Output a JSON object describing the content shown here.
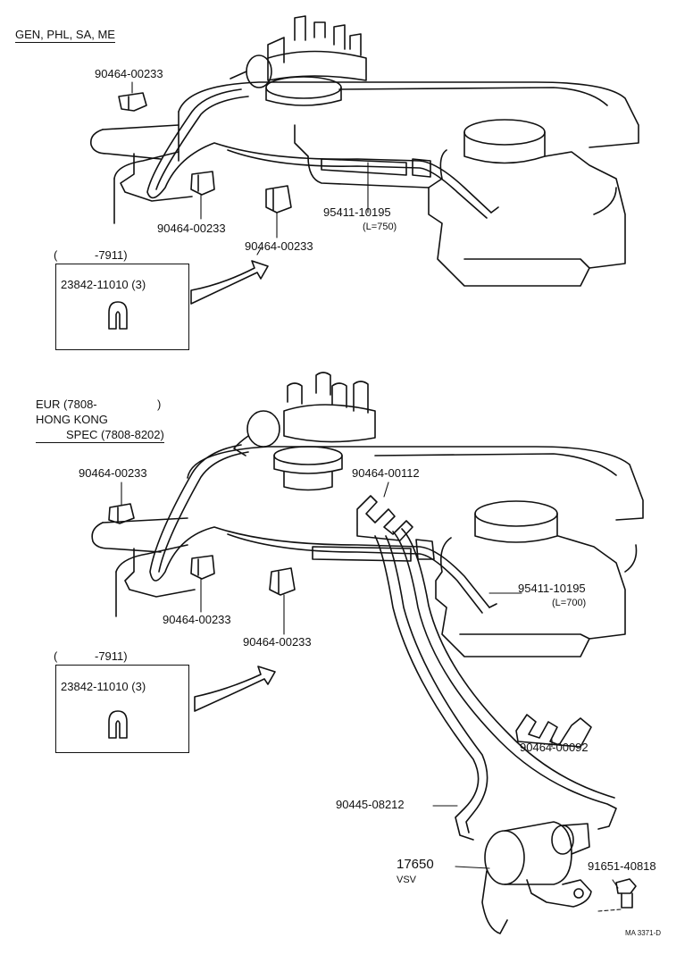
{
  "top_section": {
    "heading": "GEN, PHL, SA, ME",
    "clip_upper_left": "90464-00233",
    "clip_lower_left": "90464-00233",
    "clip_lower_mid": "90464-00233",
    "hose_part": "95411-10195",
    "hose_length": "(L=750)",
    "inset_title_open": "(",
    "inset_title_range": "-7911)",
    "inset_part": "23842-11010 (3)"
  },
  "bottom_section": {
    "heading_line1": "EUR (7808-",
    "heading_line1_close": ")",
    "heading_line2": "HONG KONG",
    "heading_line3": "SPEC (7808-8202)",
    "clip_upper_left": "90464-00233",
    "clip_upper_mid": "90464-00112",
    "clip_lower_left": "90464-00233",
    "clip_lower_mid": "90464-00233",
    "hose_part": "95411-10195",
    "hose_length": "(L=700)",
    "clip_right": "90464-00092",
    "vacuum_hose": "90445-08212",
    "vsv_part": "17650",
    "vsv_label": "VSV",
    "bolt_part": "91651-40818",
    "inset_title_open": "(",
    "inset_title_range": "-7911)",
    "inset_part": "23842-11010 (3)"
  },
  "drawing_code": "MA 3371-D"
}
